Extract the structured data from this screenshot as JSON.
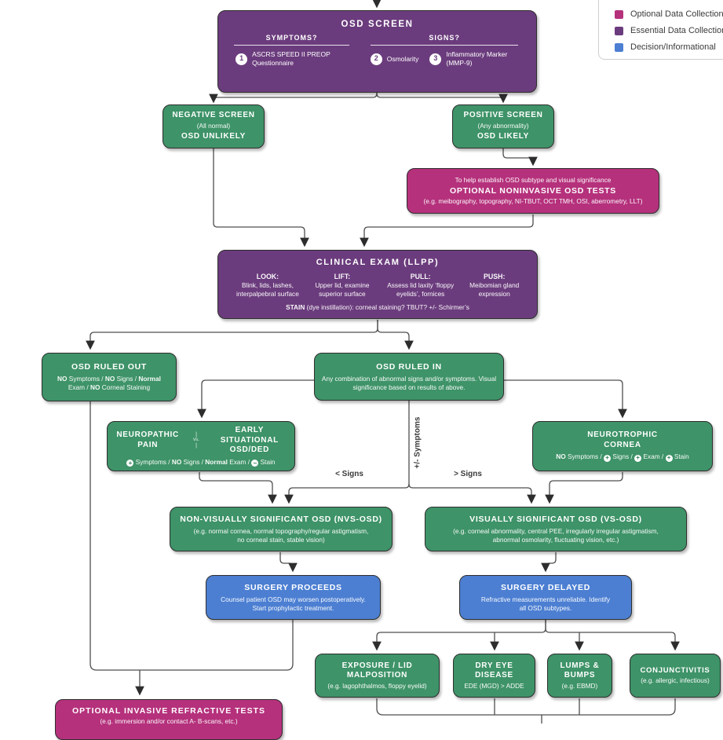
{
  "palette": {
    "optional_magenta": "#b5317c",
    "essential_purple": "#6b3c7d",
    "decision_blue": "#4c7fd2",
    "outcome_green": "#3e9368",
    "wire_gray": "#4f4f4f"
  },
  "legend": {
    "items": [
      {
        "label": "Optional Data Collection",
        "color": "#b5317c"
      },
      {
        "label": "Essential Data Collection",
        "color": "#6b3c7d"
      },
      {
        "label": "Decision/Informational",
        "color": "#4c7fd2"
      }
    ]
  },
  "osd_screen": {
    "title": "OSD SCREEN",
    "symptoms_header": "SYMPTOMS?",
    "signs_header": "SIGNS?",
    "step1_num": "1",
    "step1_label": "ASCRS SPEED II PREOP Questionnaire",
    "step2_num": "2",
    "step2_label": "Osmolarity",
    "step3_num": "3",
    "step3_label": "Inflammatory Marker (MMP-9)"
  },
  "negative_screen": {
    "title": "NEGATIVE SCREEN",
    "subtitle": "(All normal)",
    "result": "OSD UNLIKELY"
  },
  "positive_screen": {
    "title": "POSITIVE SCREEN",
    "subtitle": "(Any abnormality)",
    "result": "OSD LIKELY"
  },
  "noninvasive_tests": {
    "intro": "To help establish OSD subtype and visual significance",
    "title": "OPTIONAL NONINVASIVE OSD TESTS",
    "examples": "(e.g. meibography, topography, NI-TBUT, OCT TMH, OSI, aberrometry, LLT)"
  },
  "clinical_exam": {
    "title": "CLINICAL EXAM (LLPP)",
    "columns": [
      {
        "head": "LOOK:",
        "body": "Blink, lids, lashes, interpalpebral surface"
      },
      {
        "head": "LIFT:",
        "body": "Upper lid, examine superior surface"
      },
      {
        "head": "PULL:",
        "body": "Assess lid laxity ‘floppy eyelids’, fornices"
      },
      {
        "head": "PUSH:",
        "body": "Meibomian gland expression"
      }
    ],
    "stain": [
      {
        "t": "STAIN",
        "b": true
      },
      {
        "t": " (dye instillation): corneal staining? TBUT? +/- Schirmer’s"
      }
    ]
  },
  "osd_ruled_out": {
    "title": "OSD RULED OUT",
    "criteria": [
      {
        "t": "NO",
        "b": true
      },
      {
        "t": " Symptoms / "
      },
      {
        "t": "NO",
        "b": true
      },
      {
        "t": " Signs / "
      },
      {
        "t": "Normal",
        "b": true
      },
      {
        "t": " Exam / "
      },
      {
        "t": "NO",
        "b": true
      },
      {
        "t": " Corneal Staining"
      }
    ]
  },
  "osd_ruled_in": {
    "title": "OSD RULED IN",
    "desc": "Any combination of abnormal signs and/or symptoms. Visual significance based on results of above."
  },
  "neuropathic": {
    "left_title": "NEUROPATHIC PAIN",
    "vs": "vs.",
    "right_title": "EARLY SITUATIONAL OSD/DED",
    "criteria": [
      {
        "t": "+",
        "ic": true
      },
      {
        "t": " Symptoms / "
      },
      {
        "t": "NO",
        "b": true
      },
      {
        "t": " Signs / "
      },
      {
        "t": "Normal",
        "b": true
      },
      {
        "t": " Exam / "
      },
      {
        "t": "−",
        "ic": true
      },
      {
        "t": " Stain"
      }
    ]
  },
  "neurotrophic": {
    "title": "NEUROTROPHIC CORNEA",
    "criteria": [
      {
        "t": "NO",
        "b": true
      },
      {
        "t": " Symptoms / "
      },
      {
        "t": "+",
        "ic": true
      },
      {
        "t": " Signs / "
      },
      {
        "t": "+",
        "ic": true
      },
      {
        "t": " Exam / "
      },
      {
        "t": "+",
        "ic": true
      },
      {
        "t": " Stain"
      }
    ]
  },
  "nvs_osd": {
    "title": "NON-VISUALLY SIGNIFICANT OSD (NVS-OSD)",
    "desc": "(e.g. normal cornea, normal topography/regular astigmatism, no corneal stain, stable vision)"
  },
  "vs_osd": {
    "title": "VISUALLY SIGNIFICANT OSD (VS-OSD)",
    "desc": "(e.g. corneal abnormality, central PEE, irregularly irregular astigmatism, abnormal osmolarity, fluctuating vision, etc.)"
  },
  "surgery_proceeds": {
    "title": "SURGERY PROCEEDS",
    "desc": "Counsel patient OSD may worsen postoperatively. Start prophylactic treatment."
  },
  "surgery_delayed": {
    "title": "SURGERY DELAYED",
    "desc": "Refractive measurements unreliable. Identify all OSD subtypes."
  },
  "subtypes": [
    {
      "title": "EXPOSURE / LID MALPOSITION",
      "desc": "(e.g. lagophthalmos, floppy eyelid)"
    },
    {
      "title": "DRY EYE DISEASE",
      "desc": "EDE (MGD) > ADDE"
    },
    {
      "title": "LUMPS & BUMPS",
      "desc": "(e.g. EBMD)"
    },
    {
      "title": "CONJUNCTIVITIS",
      "desc": "(e.g. allergic, infectious)"
    }
  ],
  "invasive_tests": {
    "title": "OPTIONAL INVASIVE REFRACTIVE TESTS",
    "desc": "(e.g. immersion and/or contact A- B-scans, etc.)"
  },
  "branch_labels": {
    "symptoms": "+/- Symptoms",
    "less_signs": "< Signs",
    "more_signs": "> Signs"
  }
}
